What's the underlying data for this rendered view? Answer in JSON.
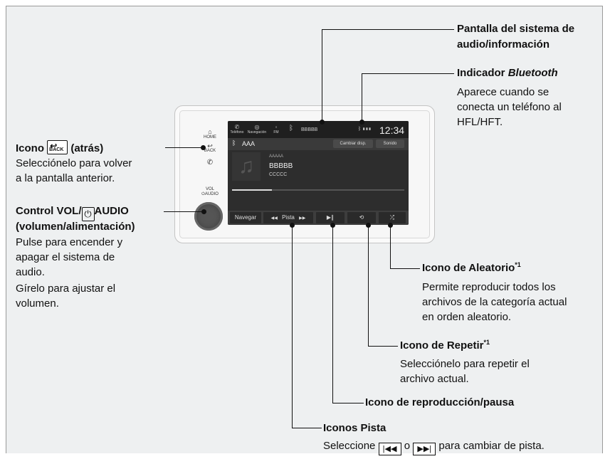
{
  "callouts": {
    "screen_title_1": "Pantalla del sistema de",
    "screen_title_2": "audio/información",
    "bt_title_prefix": "Indicador ",
    "bt_title_em": "Bluetooth",
    "bt_desc_1": "Aparece cuando se",
    "bt_desc_2": "conecta un teléfono al",
    "bt_desc_3": "HFL/HFT.",
    "back_title_a": "Icono",
    "back_title_b": "(atrás)",
    "back_desc_1": "Selecciónelo para volver",
    "back_desc_2": "a la pantalla anterior.",
    "vol_title_a": "Control VOL/",
    "vol_title_b": "AUDIO",
    "vol_title_2": "(volumen/alimentación)",
    "vol_desc_1": "Pulse para encender y",
    "vol_desc_2": "apagar el sistema de",
    "vol_desc_3": "audio.",
    "vol_desc_4": "Gírelo para ajustar el",
    "vol_desc_5": "volumen.",
    "shuffle_title": "Icono de Aleatorio",
    "shuffle_note": "*1",
    "shuffle_desc_1": "Permite reproducir todos los",
    "shuffle_desc_2": "archivos de la categoría actual",
    "shuffle_desc_3": "en orden aleatorio.",
    "repeat_title": "Icono de Repetir",
    "repeat_note": "*1",
    "repeat_desc_1": "Selecciónelo para repetir el",
    "repeat_desc_2": "archivo actual.",
    "play_title": "Icono de reproducción/pausa",
    "track_title": "Iconos Pista",
    "track_desc_a": "Seleccione",
    "track_desc_b": "o",
    "track_desc_c": "para cambiar de pista."
  },
  "unit": {
    "home_label": "HOME",
    "back_label": "BACK",
    "vol_label": "VOL",
    "audio_label": "AUDIO",
    "back_icon_label": "BACK",
    "power_glyph": "⏻"
  },
  "screen": {
    "status_phone": "Teléfono",
    "status_nav": "Navegación",
    "status_fm": "FM",
    "status_source": "BBBBB",
    "clock": "12:34",
    "source_name": "AAA",
    "btn_change_display": "Cambiar disp.",
    "btn_sound": "Sonido",
    "track_small": "AAAAA",
    "track_main": "BBBBB",
    "track_sub": "CCCCC",
    "btn_navigate": "Navegar",
    "btn_track": "Pista",
    "progress": 0.23
  },
  "icons": {
    "skip_back": "|◀◀",
    "skip_fwd": "▶▶|"
  }
}
